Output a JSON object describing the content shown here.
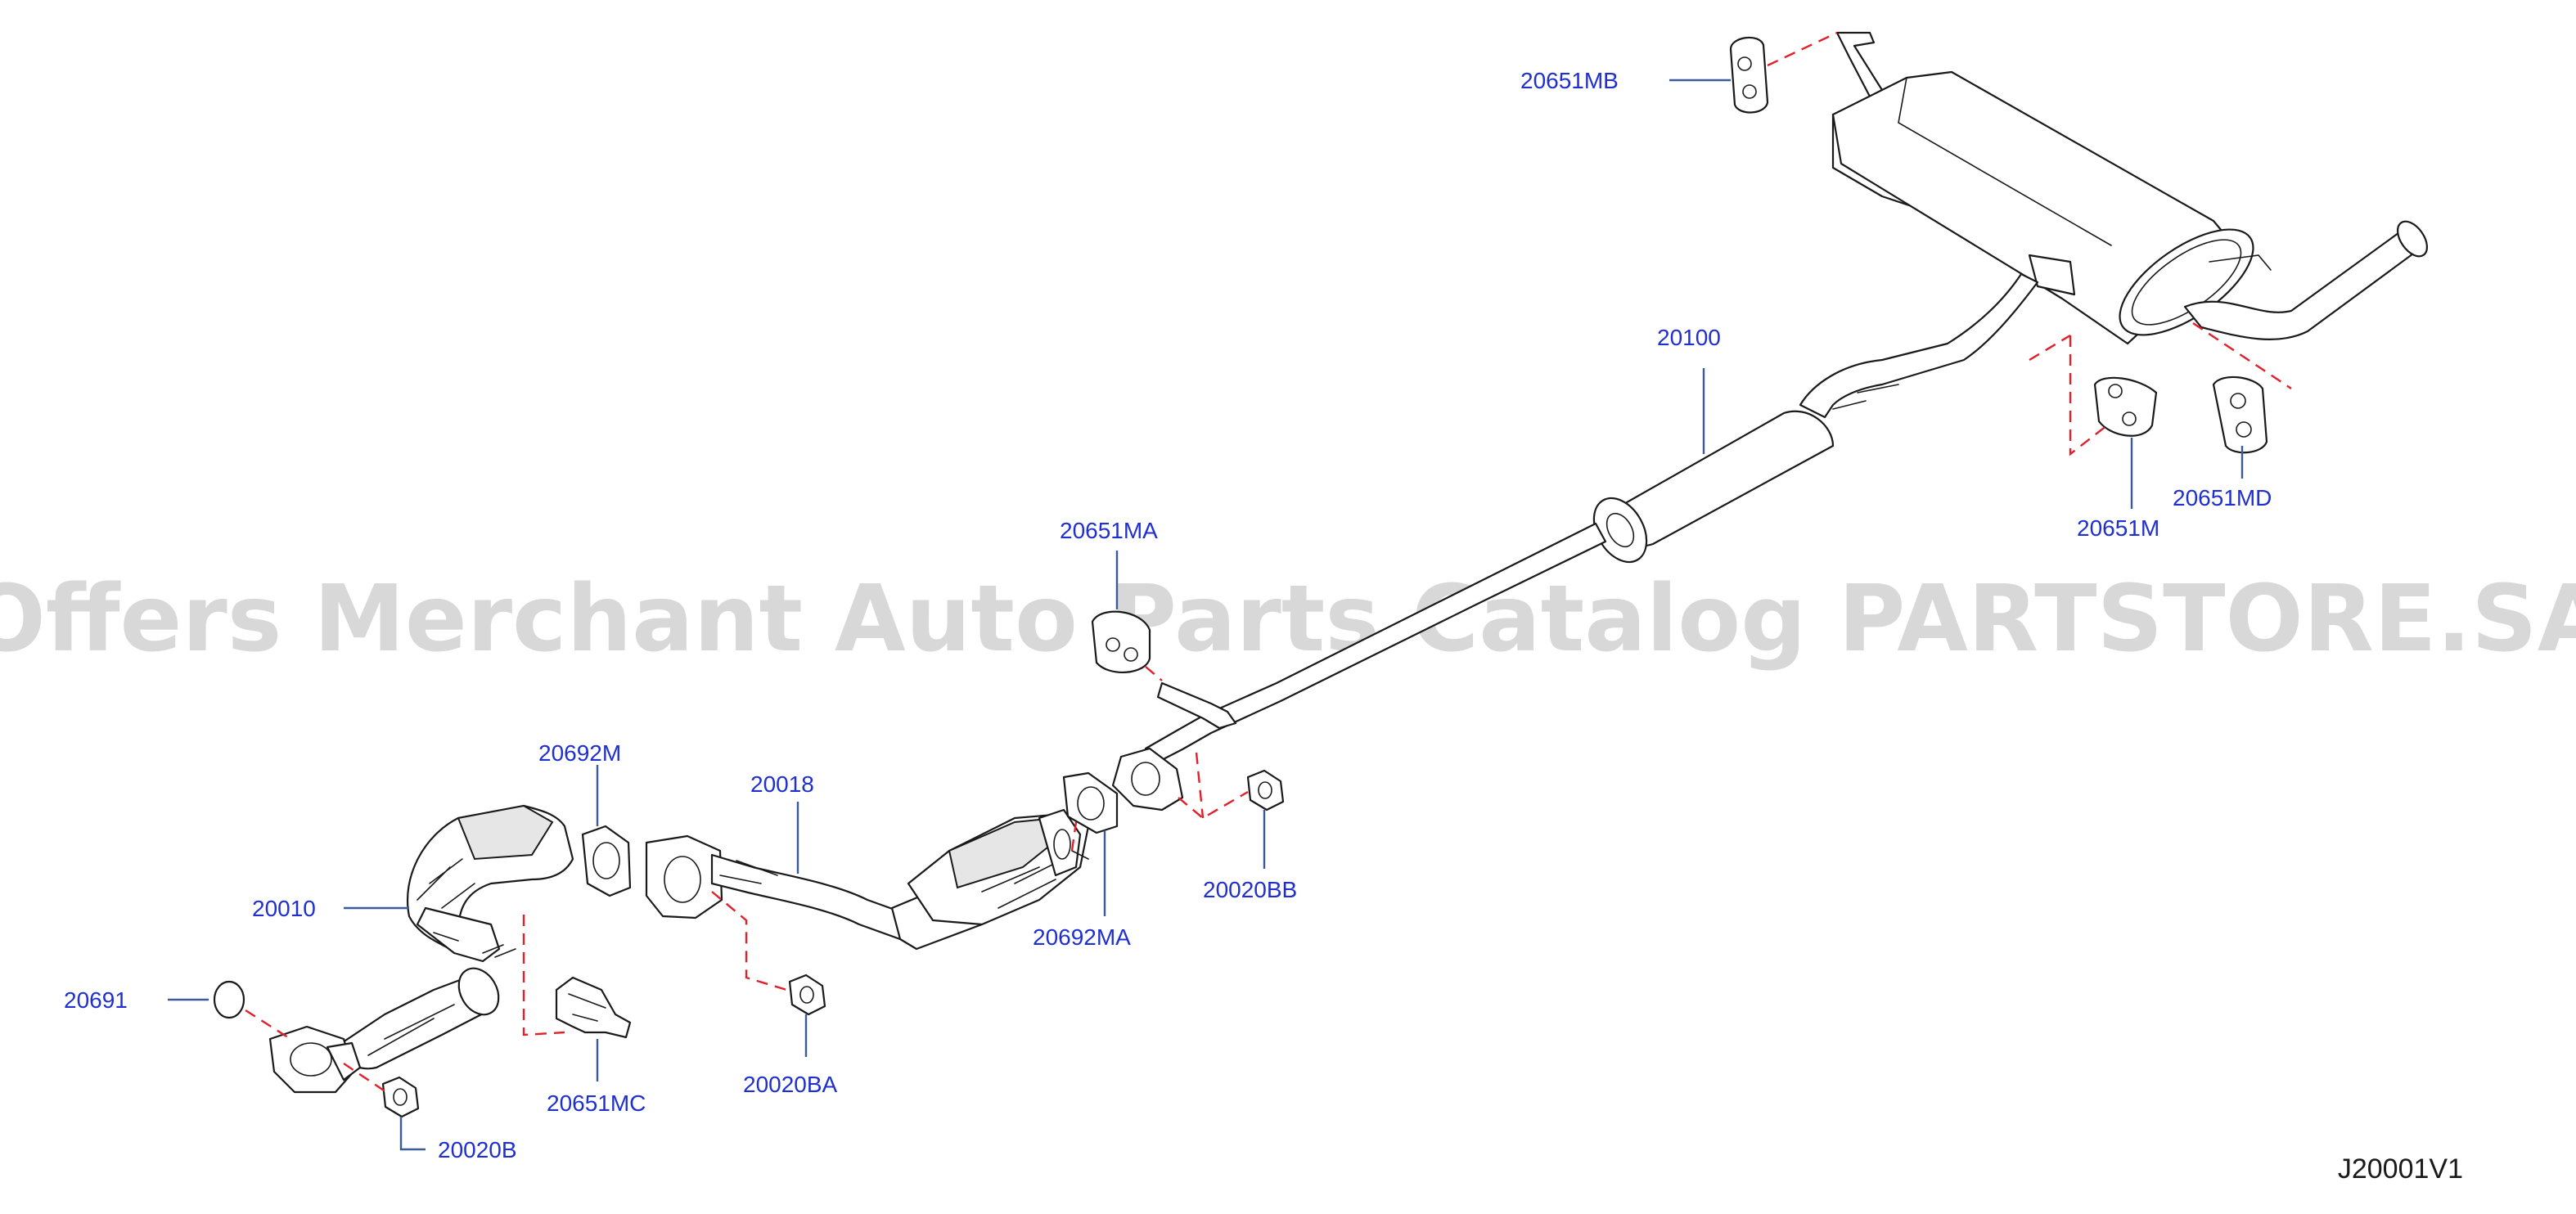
{
  "colors": {
    "label": "#1f2fd0",
    "leader": "#3a5a9a",
    "dashed_connector": "#e0202a",
    "line_art": "#1a1a1a",
    "watermark": "#cfcfcf",
    "background": "#ffffff"
  },
  "watermark": "Offers Merchant Auto Parts Catalog PARTSTORE.SA",
  "diagram_code": "J20001V1",
  "callouts": {
    "p20651MB": "20651MB",
    "p20100": "20100",
    "p20651MD": "20651MD",
    "p20651M": "20651M",
    "p20651MA": "20651MA",
    "p20692M": "20692M",
    "p20018": "20018",
    "p20020BB": "20020BB",
    "p20692MA": "20692MA",
    "p20010": "20010",
    "p20691": "20691",
    "p20651MC": "20651MC",
    "p20020BA": "20020BA",
    "p20020B": "20020B"
  }
}
